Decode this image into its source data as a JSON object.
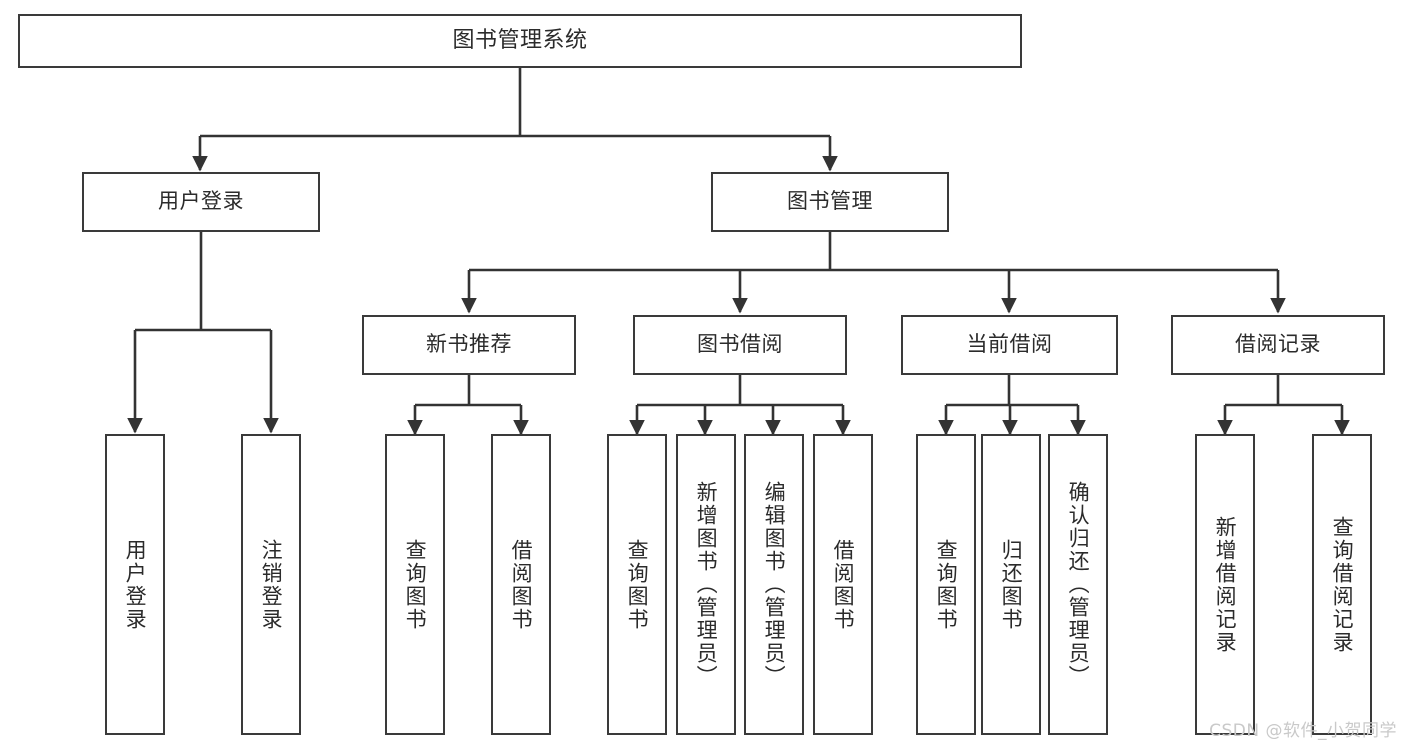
{
  "diagram": {
    "type": "tree",
    "title": "图书管理系统",
    "watermark": "CSDN @软件_小贺同学",
    "colors": {
      "border": "#3a3a3a",
      "background": "#ffffff",
      "text": "#2b2b2b",
      "edge": "#333333",
      "watermark": "#c9c9c9"
    },
    "nodes": {
      "root": {
        "label": "图书管理系统"
      },
      "level2": [
        {
          "label": "用户登录"
        },
        {
          "label": "图书管理"
        }
      ],
      "level3": [
        {
          "label": "新书推荐"
        },
        {
          "label": "图书借阅"
        },
        {
          "label": "当前借阅"
        },
        {
          "label": "借阅记录"
        }
      ],
      "leaves": {
        "user_login": [
          {
            "label": "用户登录"
          },
          {
            "label": "注销登录"
          }
        ],
        "new_book_recommend": [
          {
            "label": "查询图书"
          },
          {
            "label": "借阅图书"
          }
        ],
        "book_borrow": [
          {
            "label": "查询图书"
          },
          {
            "label": "新增图书（管理员）"
          },
          {
            "label": "编辑图书（管理员）"
          },
          {
            "label": "借阅图书"
          }
        ],
        "current_borrow": [
          {
            "label": "查询图书"
          },
          {
            "label": "归还图书"
          },
          {
            "label": "确认归还（管理员）"
          }
        ],
        "borrow_record": [
          {
            "label": "新增借阅记录"
          },
          {
            "label": "查询借阅记录"
          }
        ]
      }
    }
  }
}
